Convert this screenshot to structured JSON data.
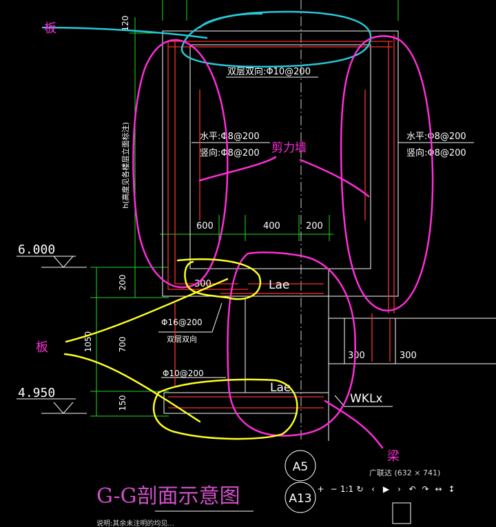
{
  "drawing": {
    "dimensions": {
      "top_120": "120",
      "wall_height_label": "h(高度见各楼层立面标注)",
      "d600": "600",
      "d400": "400",
      "d200": "200",
      "left_200": "200",
      "left_1050": "1050",
      "left_700": "700",
      "left_150": "150",
      "d300_a": "300",
      "d300_b": "300",
      "d300_c": "300"
    },
    "elevations": {
      "upper": "6.000",
      "lower": "4.950"
    },
    "rebar": {
      "top_slab": "双层双向:Φ10@200",
      "left_wall_h": "水平:Φ8@200",
      "left_wall_v": "竖向:Φ8@200",
      "right_wall_h": "水平:Φ8@200",
      "right_wall_v": "竖向:Φ8@200",
      "upper_slab_bar": "Φ16@200",
      "upper_slab_note": "双层双向",
      "lower_slab_bar": "Φ10@200"
    },
    "labels": {
      "lae_upper": "Lae",
      "lae_lower": "Lae",
      "beam_tag": "WKLx",
      "axis_a5": "A5",
      "axis_a13": "A13",
      "section_title": "G-G剖面示意图",
      "section_sub": "说明:其余未注明的均见..."
    }
  },
  "annotations": {
    "ban_top": "板",
    "shear_wall": "剪力墙",
    "ban_left": "板",
    "beam": "梁"
  },
  "viewer": {
    "title": "广联达 (632 × 741)",
    "buttons": [
      "+",
      "−",
      "1:1",
      "↻",
      "‹",
      "▶",
      "›",
      "↶",
      "↷",
      "↔",
      "↕"
    ]
  },
  "colors": {
    "background": "#000000",
    "cad_white": "#ffffff",
    "cad_red": "#ff3030",
    "cad_green": "#22dd22",
    "annotation_magenta": "#ff2ed8",
    "annotation_cyan": "#28c8d8",
    "annotation_yellow": "#ffff22"
  }
}
